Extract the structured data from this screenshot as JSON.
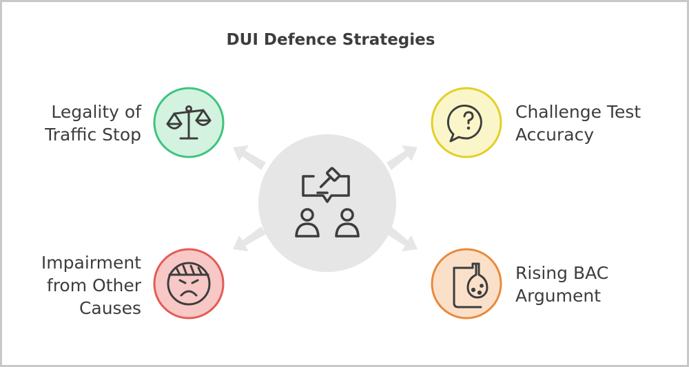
{
  "title": "DUI Defence Strategies",
  "center": {
    "icon": "gavel-discussion-icon"
  },
  "nodes": [
    {
      "id": "legality",
      "lines": [
        "Legality of",
        "Traffic Stop"
      ],
      "icon": "scales-icon",
      "fill": "#d3f2e0",
      "stroke": "#3cc47c"
    },
    {
      "id": "challenge",
      "lines": [
        "Challenge Test",
        "Accuracy"
      ],
      "icon": "question-bubble-icon",
      "fill": "#fbf6c9",
      "stroke": "#e2cf25"
    },
    {
      "id": "impairment",
      "lines": [
        "Impairment",
        "from Other",
        "Causes"
      ],
      "icon": "headache-face-icon",
      "fill": "#f7c8c6",
      "stroke": "#e55a55"
    },
    {
      "id": "rising",
      "lines": [
        "Rising BAC",
        "Argument"
      ],
      "icon": "lab-flask-icon",
      "fill": "#fbe0c9",
      "stroke": "#e9893a"
    }
  ],
  "colors": {
    "text": "#3d3d3d",
    "hub": "#e6e6e6",
    "arrow": "#e6e6e6",
    "icon_stroke": "#3d3d3d",
    "frame": "#c8c8c8"
  }
}
